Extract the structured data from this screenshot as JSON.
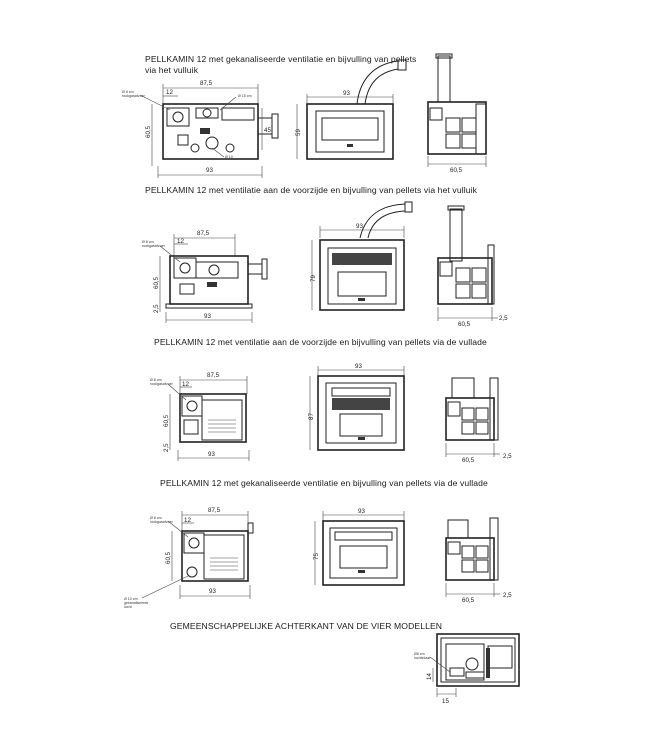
{
  "captions": {
    "model1_title": "PELLKAMIN 12 met gekanaliseerde ventilatie en bijvulling van pellets",
    "model1_title_line2": "via het vulluik",
    "model2_title": "PELLKAMIN 12 met ventilatie aan de voorzijde en bijvulling van pellets via het vulluik",
    "model3_title": "PELLKAMIN 12 met ventilatie aan de voorzijde en bijvulling van pellets via de vullade",
    "model4_title": "PELLKAMIN 12 met gekanaliseerde ventilatie en bijvulling van pellets via de vullade",
    "rear_title": "GEMEENSCHAPPELIJKE ACHTERKANT VAN DE VIER MODELLEN"
  },
  "dims": {
    "top_width_depth": "87,5",
    "top_total_width": "93",
    "top_offset": "12",
    "top_depth": "60,5",
    "top_gap": "2,5",
    "front_width": "93",
    "front_height_1": "59",
    "front_height_2": "79",
    "front_height_3": "87",
    "front_height_4": "75",
    "side_depth": "60,5",
    "side_gap": "2,5",
    "rear_width": "15",
    "rear_height": "14",
    "m1_pipe": "Ø 15 cm",
    "m1_dim_45": "45",
    "m1_dim_10": "Ø 10"
  },
  "notes": {
    "pipe_8cm": "Ø 8 cm",
    "pipe_8cm_sub": "rookgasafvoer",
    "pipe_10cm": "Ø 10 cm",
    "pipe_10cm_sub": "gekanaliseerde",
    "pipe_10cm_sub2": "lucht",
    "rear_pipe": "Ø6 cm",
    "rear_pipe_sub": "luchtinlaat"
  }
}
